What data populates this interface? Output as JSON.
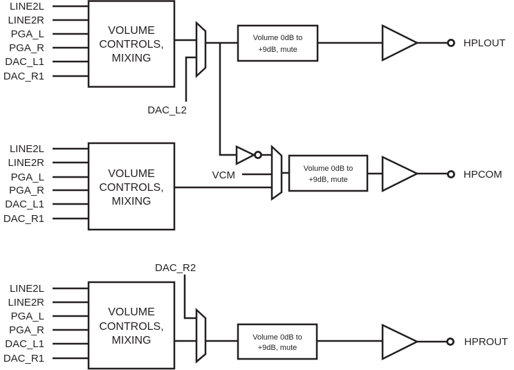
{
  "title": "Headphone output mixing and routing",
  "colors": {
    "stroke": "#231f20",
    "background": "#ffffff"
  },
  "channels": [
    {
      "id": "left",
      "mixer": {
        "inputs": [
          "LINE2L",
          "LINE2R",
          "PGA_L",
          "PGA_R",
          "DAC_L1",
          "DAC_R1"
        ],
        "label_lines": [
          "VOLUME",
          "CONTROLS,",
          "MIXING"
        ]
      },
      "mux_extra_input": "DAC_L2",
      "volume_box": [
        "Volume 0dB to",
        "+9dB, mute"
      ],
      "output": "HPLOUT"
    },
    {
      "id": "common",
      "mixer": {
        "inputs": [
          "LINE2L",
          "LINE2R",
          "PGA_L",
          "PGA_R",
          "DAC_L1",
          "DAC_R1"
        ],
        "label_lines": [
          "VOLUME",
          "CONTROLS,",
          "MIXING"
        ]
      },
      "mux_extra_input": "VCM",
      "mux_inverted_input": "left channel (inverted)",
      "volume_box": [
        "Volume 0dB to",
        "+9dB, mute"
      ],
      "output": "HPCOM"
    },
    {
      "id": "right",
      "mixer": {
        "inputs": [
          "LINE2L",
          "LINE2R",
          "PGA_L",
          "PGA_R",
          "DAC_L1",
          "DAC_R1"
        ],
        "label_lines": [
          "VOLUME",
          "CONTROLS,",
          "MIXING"
        ]
      },
      "mux_extra_input": "DAC_R2",
      "volume_box": [
        "Volume 0dB to",
        "+9dB, mute"
      ],
      "output": "HPROUT"
    }
  ]
}
